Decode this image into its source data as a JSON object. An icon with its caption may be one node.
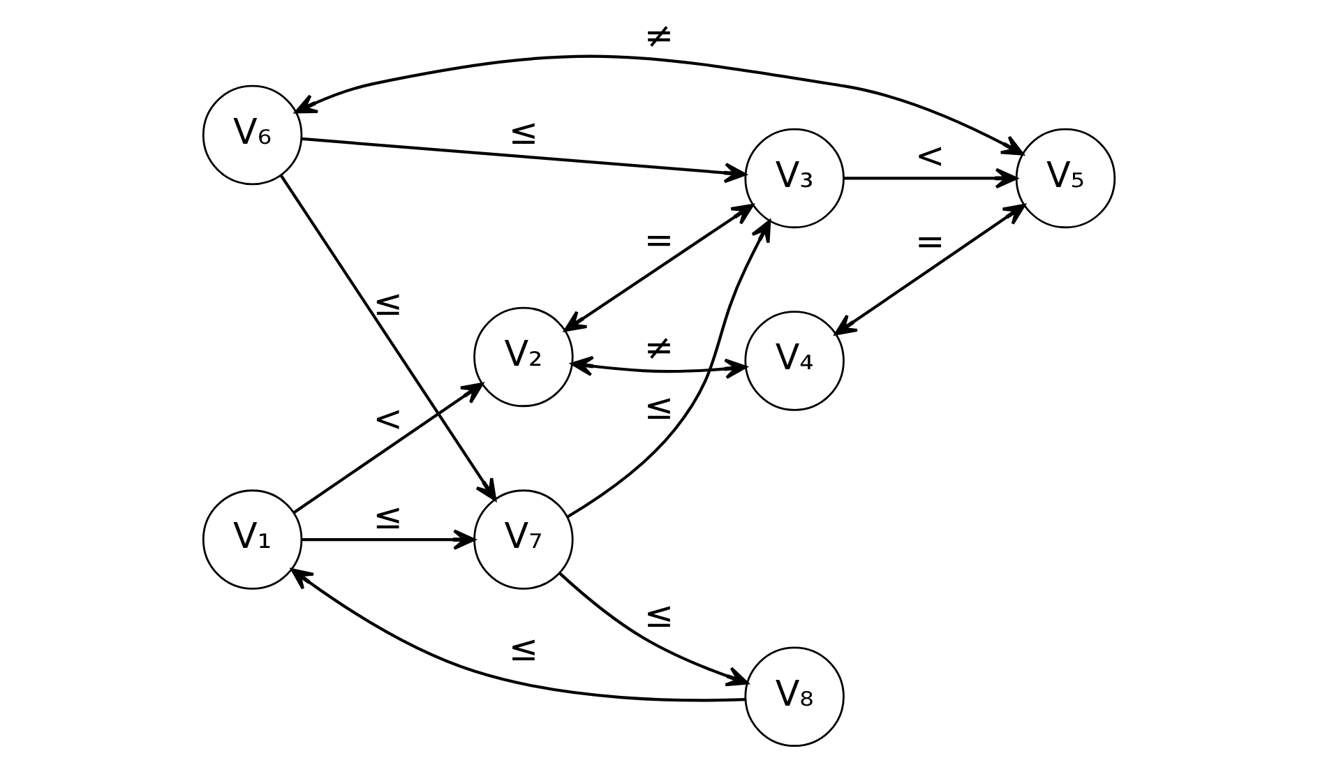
{
  "diagram": {
    "nodes": [
      {
        "text": [
          "V₁"
        ]
      },
      {
        "text": [
          "V₂"
        ]
      },
      {
        "text": [
          "V₄"
        ]
      },
      {
        "text": [
          "V₈"
        ]
      },
      {
        "text": [
          "V₃"
        ]
      },
      {
        "text": [
          "V₇"
        ]
      },
      {
        "text": [
          "V₅"
        ]
      },
      {
        "text": [
          "V₆"
        ]
      }
    ],
    "edges": [
      {
        "from": 0,
        "to": 1,
        "arrow": "to",
        "label": "<"
      },
      {
        "from": 1,
        "to": 2,
        "arrow": "both",
        "label": "≠"
      },
      {
        "from": 1,
        "to": 4,
        "arrow": "both",
        "label": "="
      },
      {
        "from": 2,
        "to": 6,
        "arrow": "both",
        "label": "="
      },
      {
        "from": 3,
        "to": 0,
        "arrow": "to",
        "label": "≤"
      },
      {
        "from": 0,
        "to": 5,
        "arrow": "to",
        "label": "≤"
      },
      {
        "from": 5,
        "to": 3,
        "arrow": "to",
        "label": "≤"
      },
      {
        "from": 5,
        "to": 4,
        "arrow": "to",
        "label": "≤"
      },
      {
        "from": 4,
        "to": 6,
        "arrow": "to",
        "label": "<"
      },
      {
        "from": 7,
        "to": 5,
        "arrow": "to",
        "label": "≤"
      },
      {
        "from": 7,
        "to": 4,
        "arrow": "to",
        "label": "≤"
      },
      {
        "from": 7,
        "to": 6,
        "arrow": "both",
        "label": "≠"
      }
    ]
  }
}
